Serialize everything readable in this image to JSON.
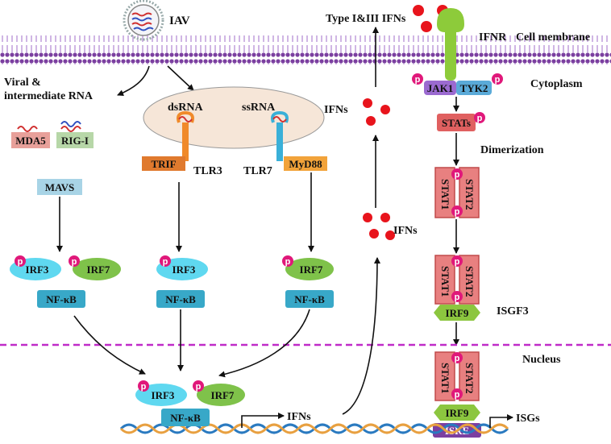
{
  "labels": {
    "iav": "IAV",
    "viral_rna": "Viral &",
    "viral_rna2": "intermediate RNA",
    "type_ifns": "Type I&III IFNs",
    "ifnr": "IFNR",
    "cell_membrane": "Cell membrane",
    "cytoplasm": "Cytoplasm",
    "dimerization": "Dimerization",
    "nucleus": "Nucleus",
    "isgf3": "ISGF3",
    "ifns_1": "IFNs",
    "ifns_2": "IFNs",
    "ifns_3": "IFNs",
    "isgs": "ISGs",
    "dsrna": "dsRNA",
    "ssrna": "ssRNA"
  },
  "nodes": {
    "mda5": "MDA5",
    "rigi": "RIG-I",
    "mavs": "MAVS",
    "trif": "TRIF",
    "tlr3": "TLR3",
    "tlr7": "TLR7",
    "myd88": "MyD88",
    "jak1": "JAK1",
    "tyk2": "TYK2",
    "stats": "STATs",
    "stat1": "STAT1",
    "stat2": "STAT2",
    "irf3": "IRF3",
    "irf7": "IRF7",
    "irf9": "IRF9",
    "nfkb": "NF-κB",
    "isre": "ISRE",
    "p": "p"
  },
  "colors": {
    "membrane": "#7b3fa0",
    "membrane_tail": "#a06cc8",
    "mda5": "#e8a09a",
    "rigi": "#b7d7a8",
    "mavs": "#a8d4e6",
    "trif": "#e07a2e",
    "myd88": "#f2a33a",
    "tlr3": "#f08a2a",
    "tlr7": "#3ab0d8",
    "irf3": "#5fd8f0",
    "irf7": "#7fc24a",
    "nfkb": "#38a8c8",
    "irf9": "#8cc63f",
    "isre": "#7b3fa0",
    "stat": "#e88080",
    "stat_dark": "#c04a4a",
    "jak1": "#9b6ad0",
    "tyk2": "#5aaad8",
    "stats": "#e06060",
    "ifnr": "#8dcb3a",
    "p": "#e0187a",
    "ifn_dot": "#e8141c",
    "nucleus_line": "#c02bc8",
    "dna_blue": "#2a7ac0",
    "dna_orange": "#e8a040",
    "endosome": "#f6e6d8"
  }
}
